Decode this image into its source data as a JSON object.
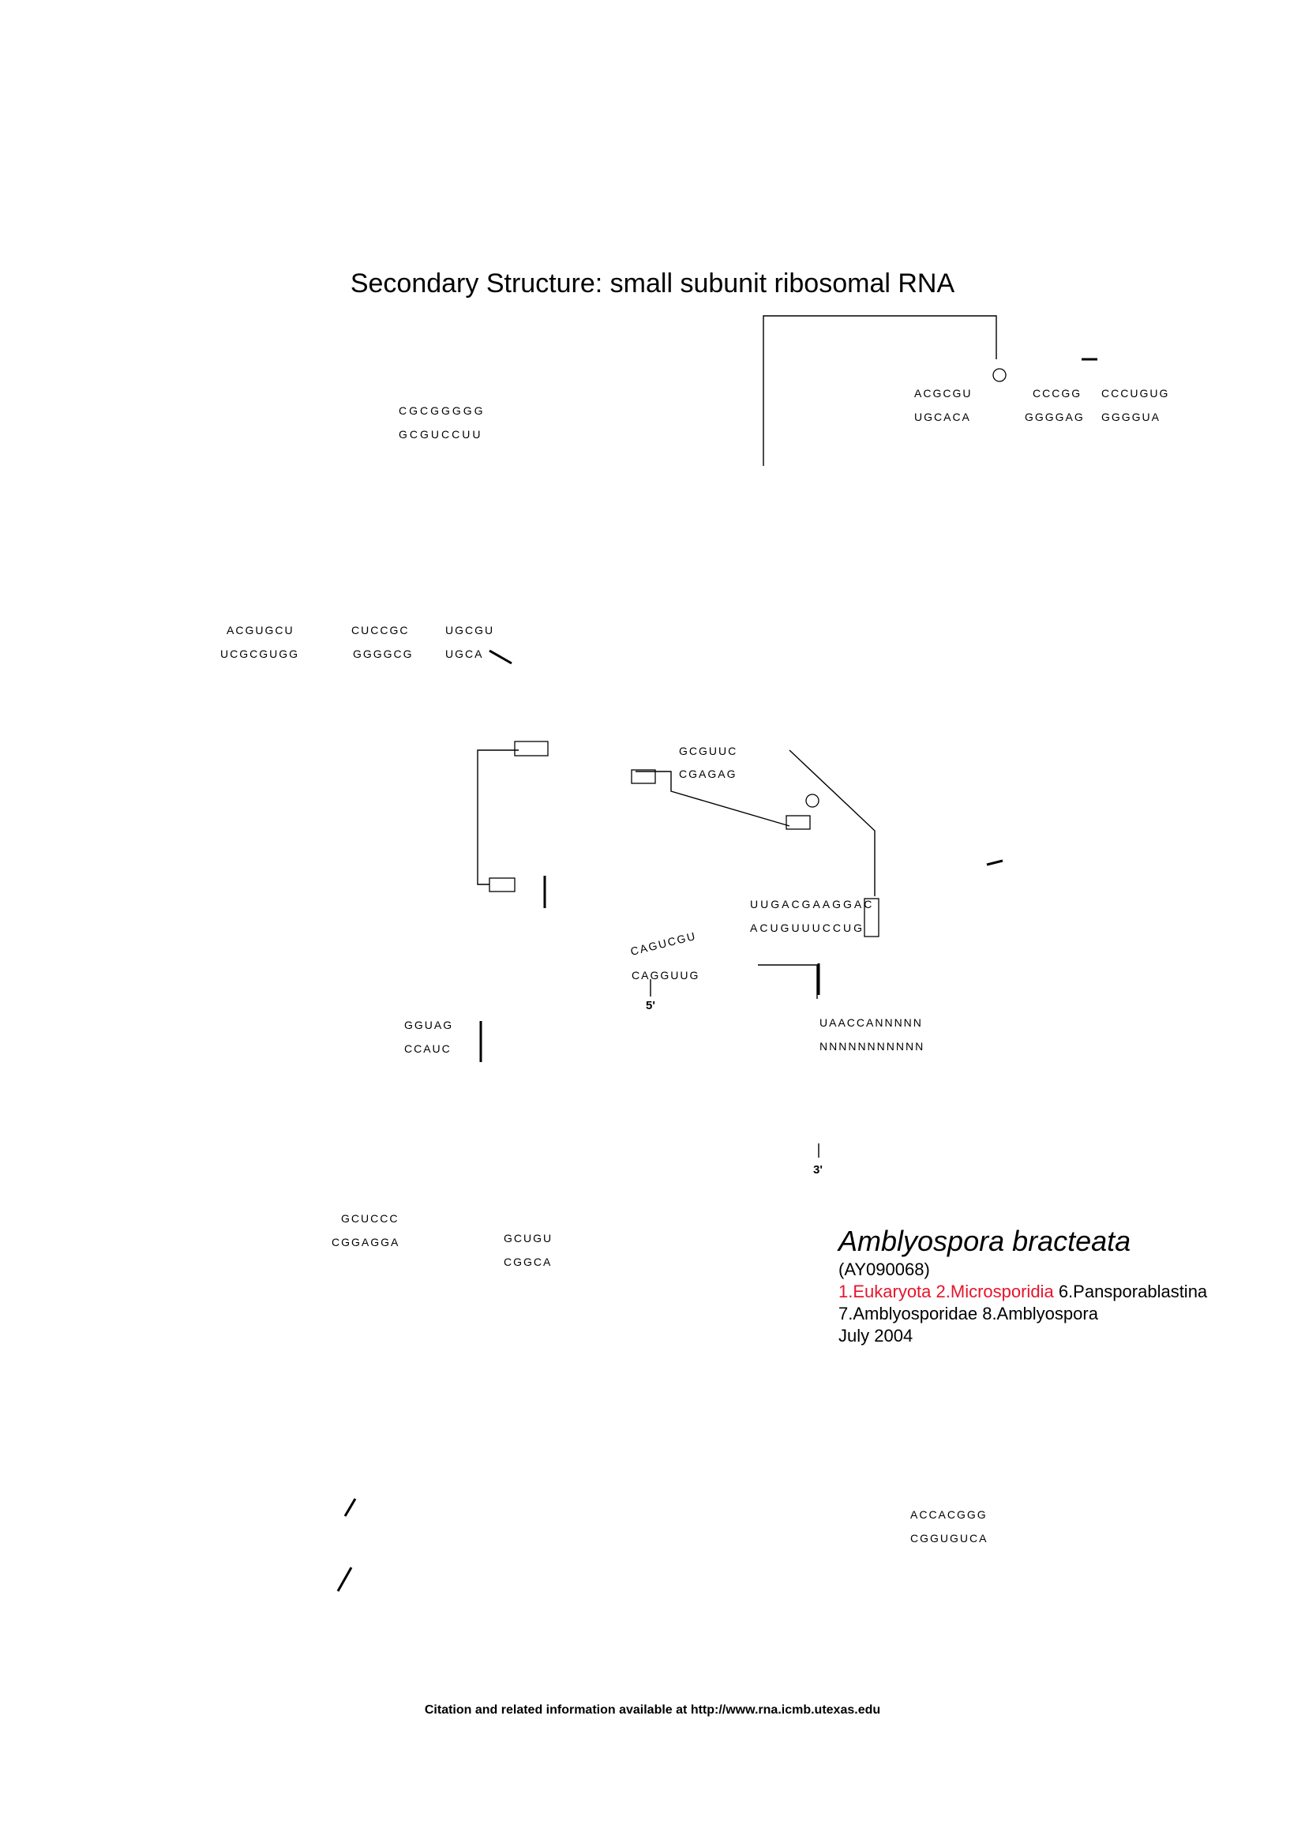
{
  "header": {
    "title": "Secondary Structure: small subunit ribosomal RNA"
  },
  "species": {
    "name": "Amblyospora bracteata",
    "accession": "(AY090068)",
    "taxonomy_highlight": "1.Eukaryota 2.Microsporidia",
    "taxonomy_rest_line1": "6.Pansporablastina",
    "taxonomy_line2": "7.Amblyosporidae 8.Amblyospora",
    "date": "July 2004"
  },
  "strand_labels": {
    "five_prime": "5'",
    "three_prime": "3'"
  },
  "footer": {
    "citation": "Citation and related information available at http://www.rna.icmb.utexas.edu"
  },
  "colors": {
    "highlight": "#e8132b",
    "ink": "#000000"
  },
  "diagram": {
    "helices": [
      {
        "seq": "CGCGGGGG"
      },
      {
        "seq": "GCGUCCUU"
      },
      {
        "seq": "ACGCGU"
      },
      {
        "seq": "UGCACA"
      },
      {
        "seq": "CCCGG"
      },
      {
        "seq": "GGGGAG"
      },
      {
        "seq": "CCCUGUG"
      },
      {
        "seq": "GGGGUA"
      },
      {
        "seq": "ACGUGCU"
      },
      {
        "seq": "UCGCGUGG"
      },
      {
        "seq": "CUCCGC"
      },
      {
        "seq": "GGGGCG"
      },
      {
        "seq": "UGCGU"
      },
      {
        "seq": "UGCA"
      },
      {
        "seq": "GCGUUC"
      },
      {
        "seq": "CGAGAG"
      },
      {
        "seq": "UUGACGAAGGAC"
      },
      {
        "seq": "ACUGUUUCCUG"
      },
      {
        "seq": "UAACCANNNNN"
      },
      {
        "seq": "NNNNNNNNNNN"
      },
      {
        "seq": "ACCACGGG"
      },
      {
        "seq": "CGGUGUCA"
      },
      {
        "seq": "GCUGU"
      },
      {
        "seq": "CGGCA"
      },
      {
        "seq": "GGUAG"
      },
      {
        "seq": "CCAUC"
      },
      {
        "seq": "GCUCCC"
      },
      {
        "seq": "CGGAGGA"
      },
      {
        "seq": "CAGUCGU"
      },
      {
        "seq": "CAGGUUG"
      }
    ]
  }
}
